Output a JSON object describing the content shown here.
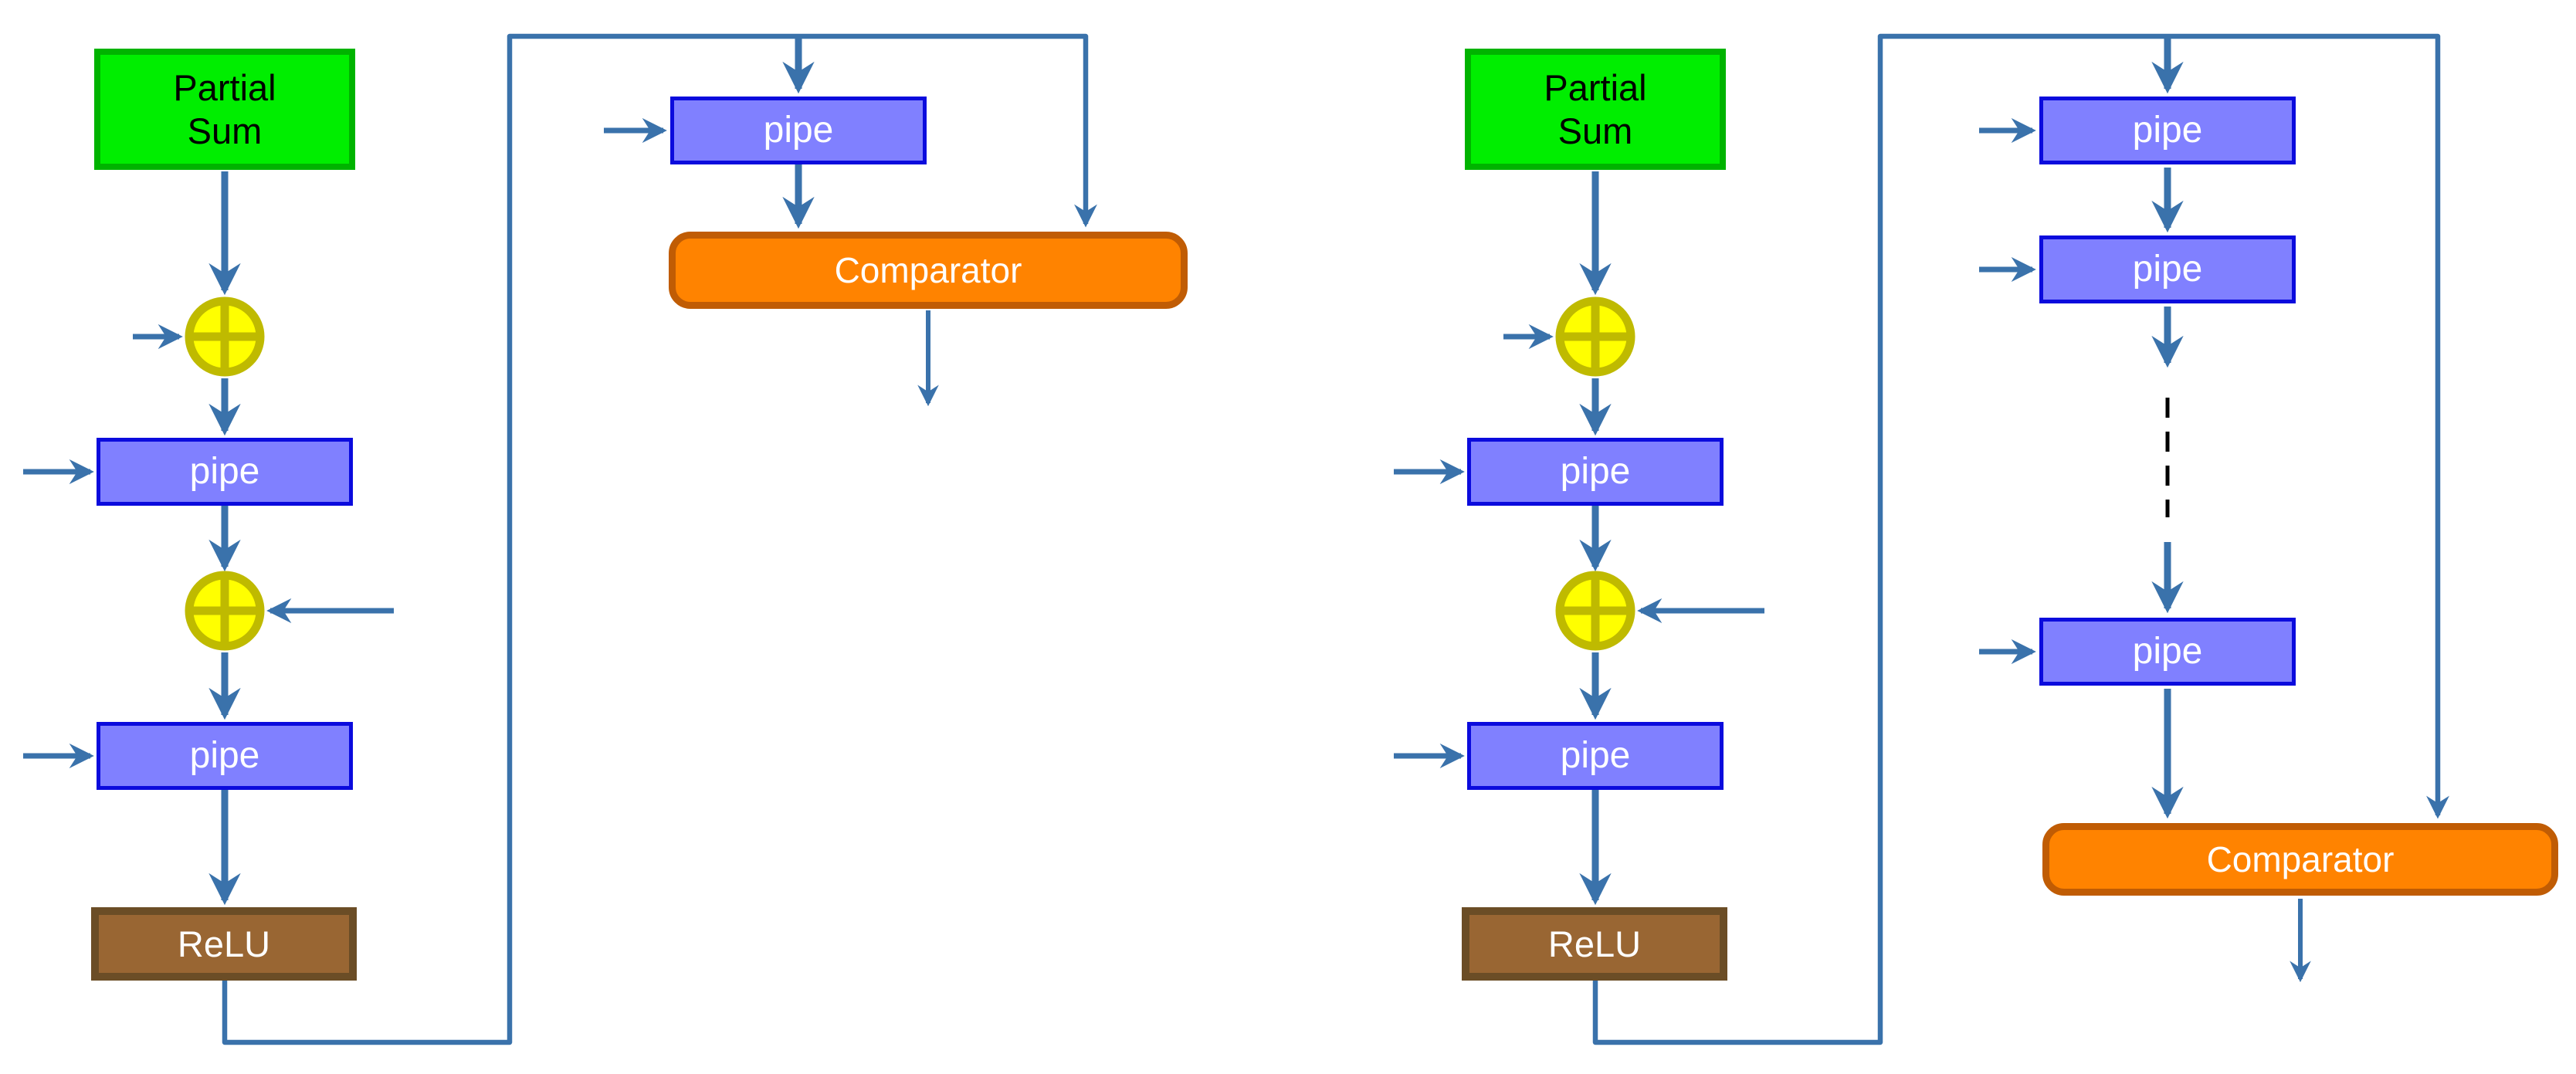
{
  "colors": {
    "line": "#3a72ab",
    "green_fill": "#00ee00",
    "green_border": "#00b300",
    "adder_fill": "#ffff00",
    "adder_border": "#bfba00",
    "pipe_fill": "#8080ff",
    "pipe_border": "#0b0bdd",
    "relu_fill": "#996633",
    "relu_border": "#6b4d26",
    "comparator_fill": "#ff8300",
    "comparator_border": "#c05c04",
    "dash": "#000000",
    "text_dark": "#000000",
    "text_light": "#ffffff"
  },
  "icons": {
    "adder": "circled-plus"
  },
  "left": {
    "partial_sum": "Partial\nSum",
    "pipe_mid1": "pipe",
    "pipe_mid2": "pipe",
    "pipe_top": "pipe",
    "relu": "ReLU",
    "comparator": "Comparator"
  },
  "right": {
    "partial_sum": "Partial\nSum",
    "pipe_mid1": "pipe",
    "pipe_mid2": "pipe",
    "pipe_col1": "pipe",
    "pipe_col2": "pipe",
    "pipe_col3": "pipe",
    "relu": "ReLU",
    "comparator": "Comparator"
  }
}
